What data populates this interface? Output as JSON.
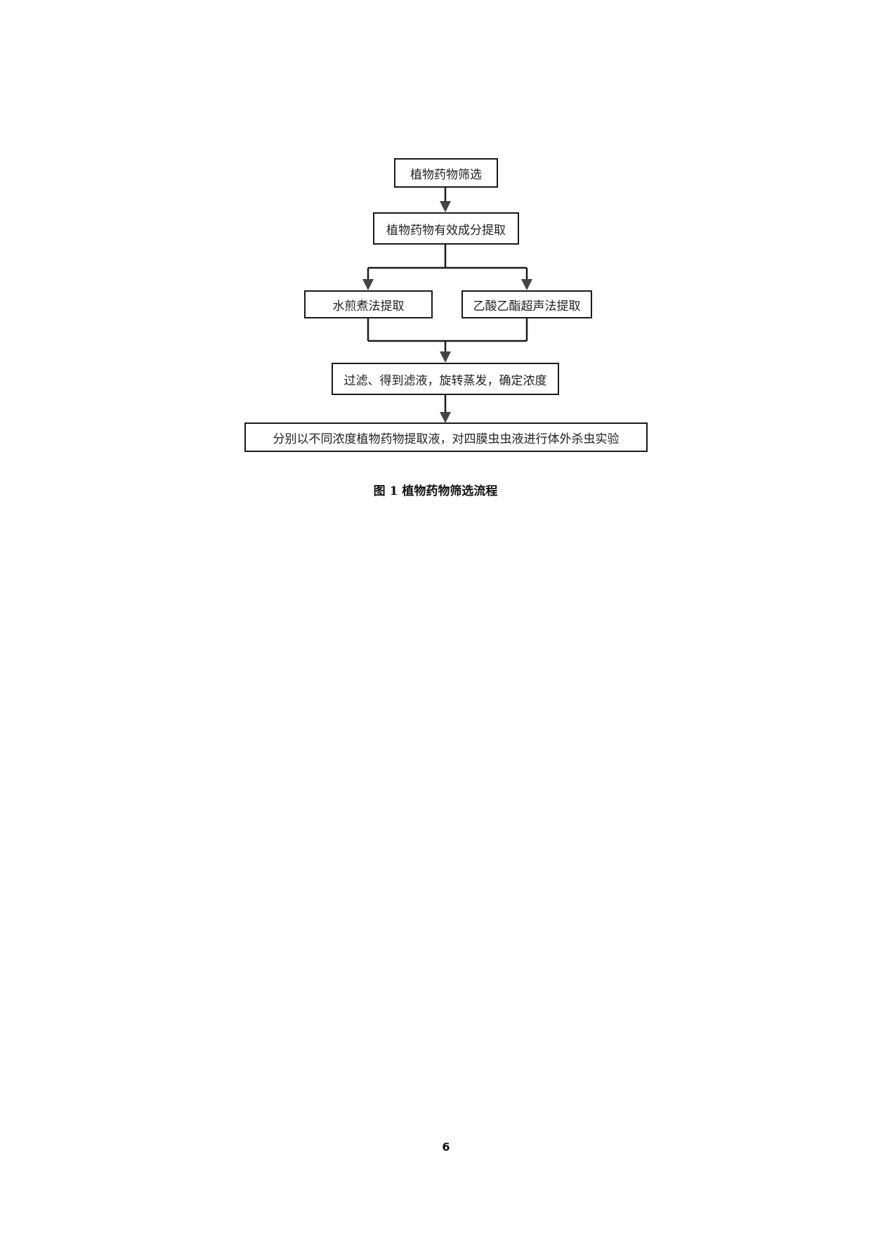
{
  "figure": {
    "steps": {
      "screening": "植物药物筛选",
      "extraction": "植物药物有效成分提取",
      "method_water": "水煎煮法提取",
      "method_ethyl_acetate": "乙酸乙酯超声法提取",
      "filtration": "过滤、得到滤液，旋转蒸发，确定浓度",
      "experiment": "分别以不同浓度植物药物提取液，对四膜虫虫液进行体外杀虫实验"
    },
    "caption": "图 1 植物药物筛选流程"
  },
  "footer": {
    "page_number": "6"
  }
}
